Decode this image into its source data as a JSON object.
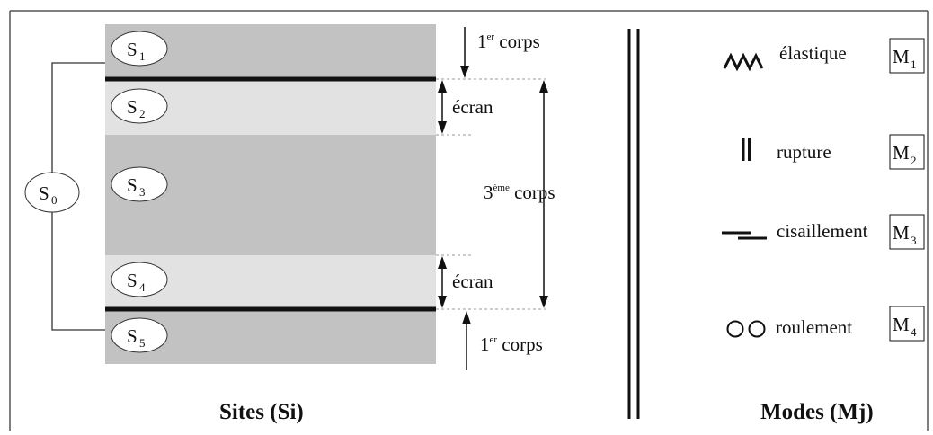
{
  "sites": {
    "title": "Sites (Si)",
    "items": [
      {
        "letter": "S",
        "index": "1"
      },
      {
        "letter": "S",
        "index": "2"
      },
      {
        "letter": "S",
        "index": "3"
      },
      {
        "letter": "S",
        "index": "4"
      },
      {
        "letter": "S",
        "index": "5"
      },
      {
        "letter": "S",
        "index": "0"
      }
    ],
    "annotations": {
      "first_body_top": {
        "num": "1",
        "sup": "er",
        "text": " corps"
      },
      "screen_top": "écran",
      "third_body": {
        "num": "3",
        "sup": "ème",
        "text": " corps"
      },
      "screen_bottom": "écran",
      "first_body_bottom": {
        "num": "1",
        "sup": "er",
        "text": " corps"
      }
    }
  },
  "modes": {
    "title": "Modes (Mj)",
    "items": [
      {
        "icon": "zigzag-spring-icon",
        "label": "élastique",
        "box_letter": "M",
        "box_index": "1"
      },
      {
        "icon": "double-bar-icon",
        "label": "rupture",
        "box_letter": "M",
        "box_index": "2"
      },
      {
        "icon": "offset-lines-icon",
        "label": "cisaillement",
        "box_letter": "M",
        "box_index": "3"
      },
      {
        "icon": "two-circles-icon",
        "label": "roulement",
        "box_letter": "M",
        "box_index": "4"
      }
    ]
  },
  "colors": {
    "dark_layer": "#c2c2c2",
    "light_layer": "#e2e2e2",
    "line": "#111111"
  }
}
